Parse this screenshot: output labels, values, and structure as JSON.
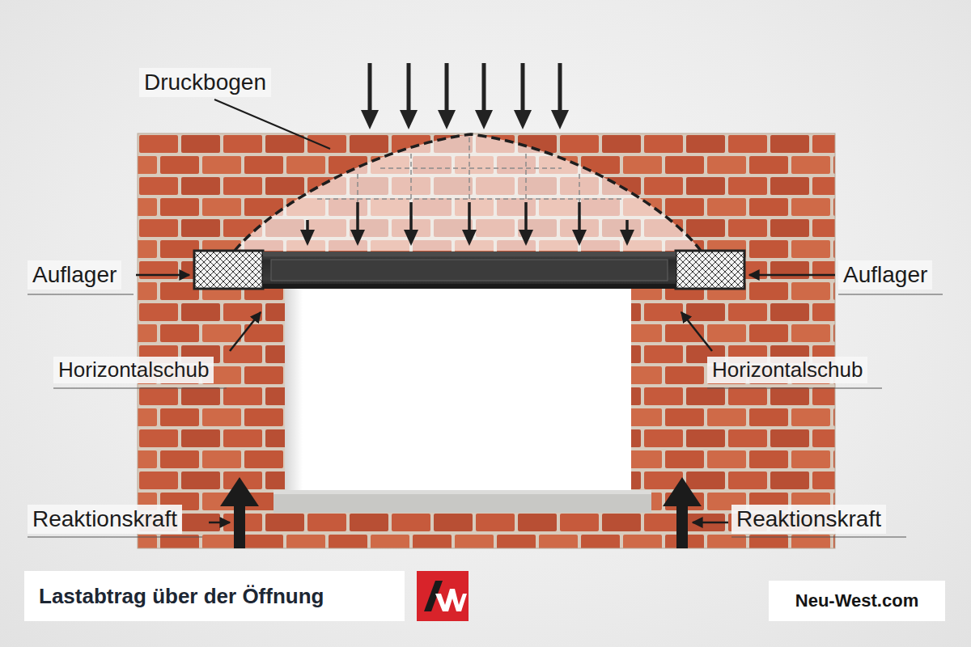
{
  "diagram": {
    "title": "Lastabtrag über der Öffnung",
    "labels": [
      "Druckbogen",
      "Auflager",
      "Auflager",
      "Horizontalschub",
      "Horizontalschub",
      "Reaktionskraft",
      "Reaktionskraft",
      "Neu-West.com"
    ]
  }
}
